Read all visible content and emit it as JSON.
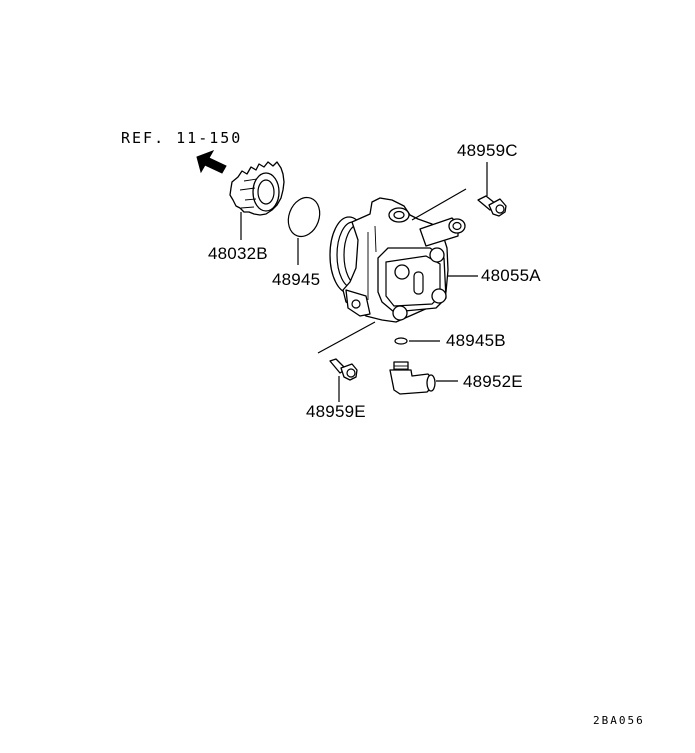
{
  "diagram": {
    "reference": "REF. 11-150",
    "drawing_code": "2BA056",
    "parts": {
      "gear": "48032B",
      "oring_large": "48945",
      "bolt_top": "48959C",
      "pump": "48055A",
      "oring_small": "48945B",
      "fitting": "48952E",
      "bolt_bottom": "48959E"
    }
  }
}
